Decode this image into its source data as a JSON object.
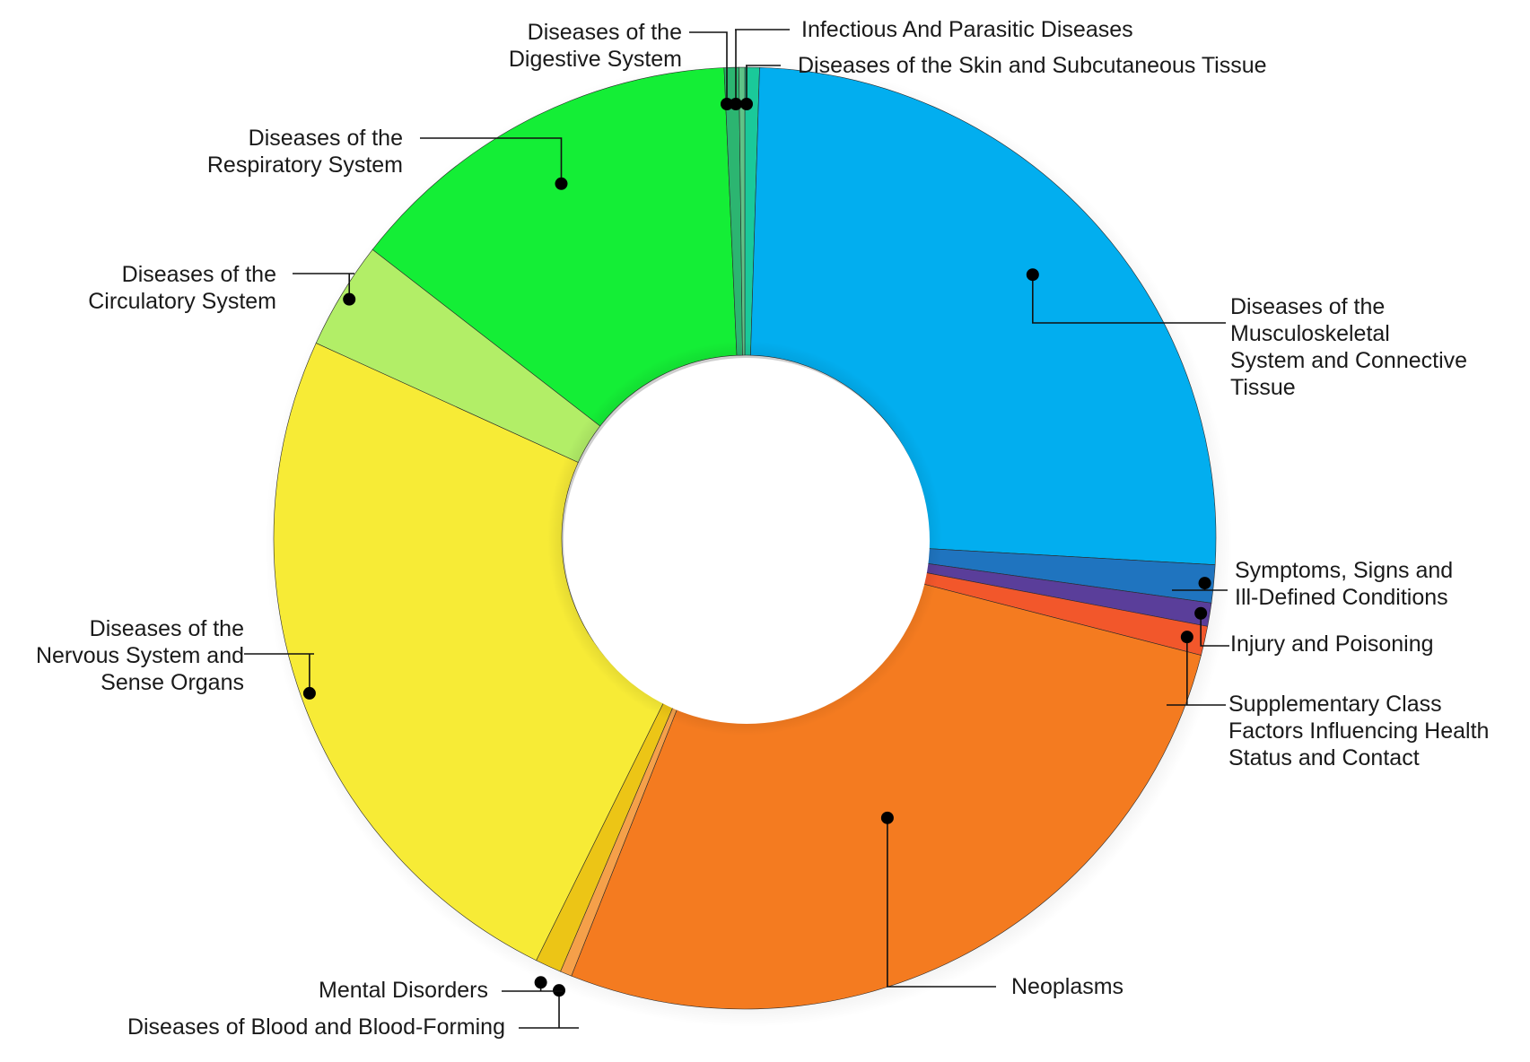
{
  "chart_data": {
    "type": "pie",
    "variant": "donut",
    "title": "",
    "categories": [
      "Diseases of the Skin and Subcutaneous Tissue",
      "Diseases of the Musculoskeletal System and Connective Tissue",
      "Symptoms, Signs and Ill-Defined Conditions",
      "Injury and Poisoning",
      "Supplementary Class Factors Influencing Health Status and Contact",
      "Neoplasms",
      "Diseases of Blood and Blood-Forming",
      "Mental Disorders",
      "Diseases of the Nervous System and Sense Organs",
      "Diseases of the Circulatory System",
      "Diseases of the Respiratory System",
      "Diseases of the Digestive System",
      "Infectious And Parasitic Diseases"
    ],
    "values": [
      0.5,
      25.4,
      1.3,
      0.8,
      1.0,
      27.0,
      0.4,
      0.9,
      24.5,
      3.7,
      13.8,
      0.5,
      0.2
    ],
    "colors": [
      "#1ac99a",
      "#02aeef",
      "#1f74bf",
      "#5a3e9a",
      "#f2572b",
      "#f47b20",
      "#f5a04a",
      "#ecc516",
      "#f7eb36",
      "#b2ee67",
      "#14ee36",
      "#2cb571",
      "#5fc387"
    ],
    "labels": [
      {
        "lines": [
          "Diseases of the Skin and Subcutaneous Tissue"
        ]
      },
      {
        "lines": [
          "Diseases of the",
          "Musculoskeletal",
          "System and Connective",
          "Tissue"
        ]
      },
      {
        "lines": [
          "Symptoms, Signs and",
          "Ill-Defined Conditions"
        ]
      },
      {
        "lines": [
          "Injury and Poisoning"
        ]
      },
      {
        "lines": [
          "Supplementary Class",
          "Factors  Influencing Health",
          "Status and Contact"
        ]
      },
      {
        "lines": [
          "Neoplasms"
        ]
      },
      {
        "lines": [
          "Diseases of Blood and Blood-Forming"
        ]
      },
      {
        "lines": [
          "Mental Disorders"
        ]
      },
      {
        "lines": [
          "Diseases of the",
          "Nervous System and",
          "Sense Organs"
        ]
      },
      {
        "lines": [
          "Diseases of the",
          "Circulatory System"
        ]
      },
      {
        "lines": [
          "Diseases of the",
          "Respiratory System"
        ]
      },
      {
        "lines": [
          "Diseases of the",
          "Digestive System"
        ]
      },
      {
        "lines": [
          "Infectious And Parasitic Diseases"
        ]
      }
    ],
    "legend": "none",
    "start_angle_deg": 0,
    "direction": "clockwise"
  }
}
